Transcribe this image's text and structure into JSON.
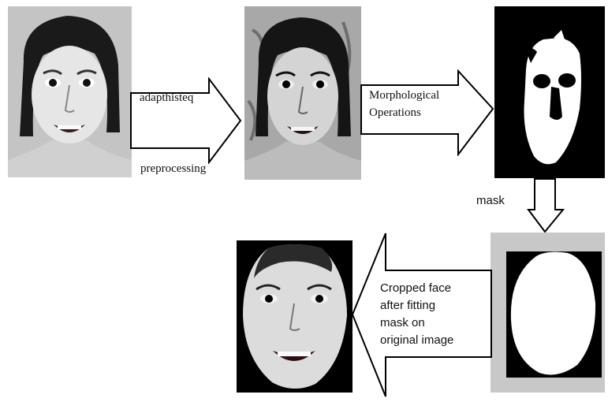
{
  "steps": {
    "arrow1_label": "adapthisteq",
    "preprocessing_label": "preprocessing",
    "arrow2_label_lines": [
      "Morphological",
      "Operations"
    ],
    "mask_label": "mask",
    "arrow4_label_lines": [
      "Cropped face",
      "after fitting",
      "mask on",
      "original image"
    ]
  },
  "colors": {
    "photo_bg": "#b8b8b8",
    "mask_bg": "#000000",
    "mask_white": "#ffffff",
    "frame_grey": "#c8c8c8",
    "arrow_stroke": "#000000"
  },
  "icons": {
    "original": "face-photo-icon",
    "enhanced": "enhanced-face-photo-icon",
    "binary": "binary-face-mask-icon",
    "ellipse": "elliptical-mask-icon",
    "cropped": "cropped-face-icon"
  }
}
